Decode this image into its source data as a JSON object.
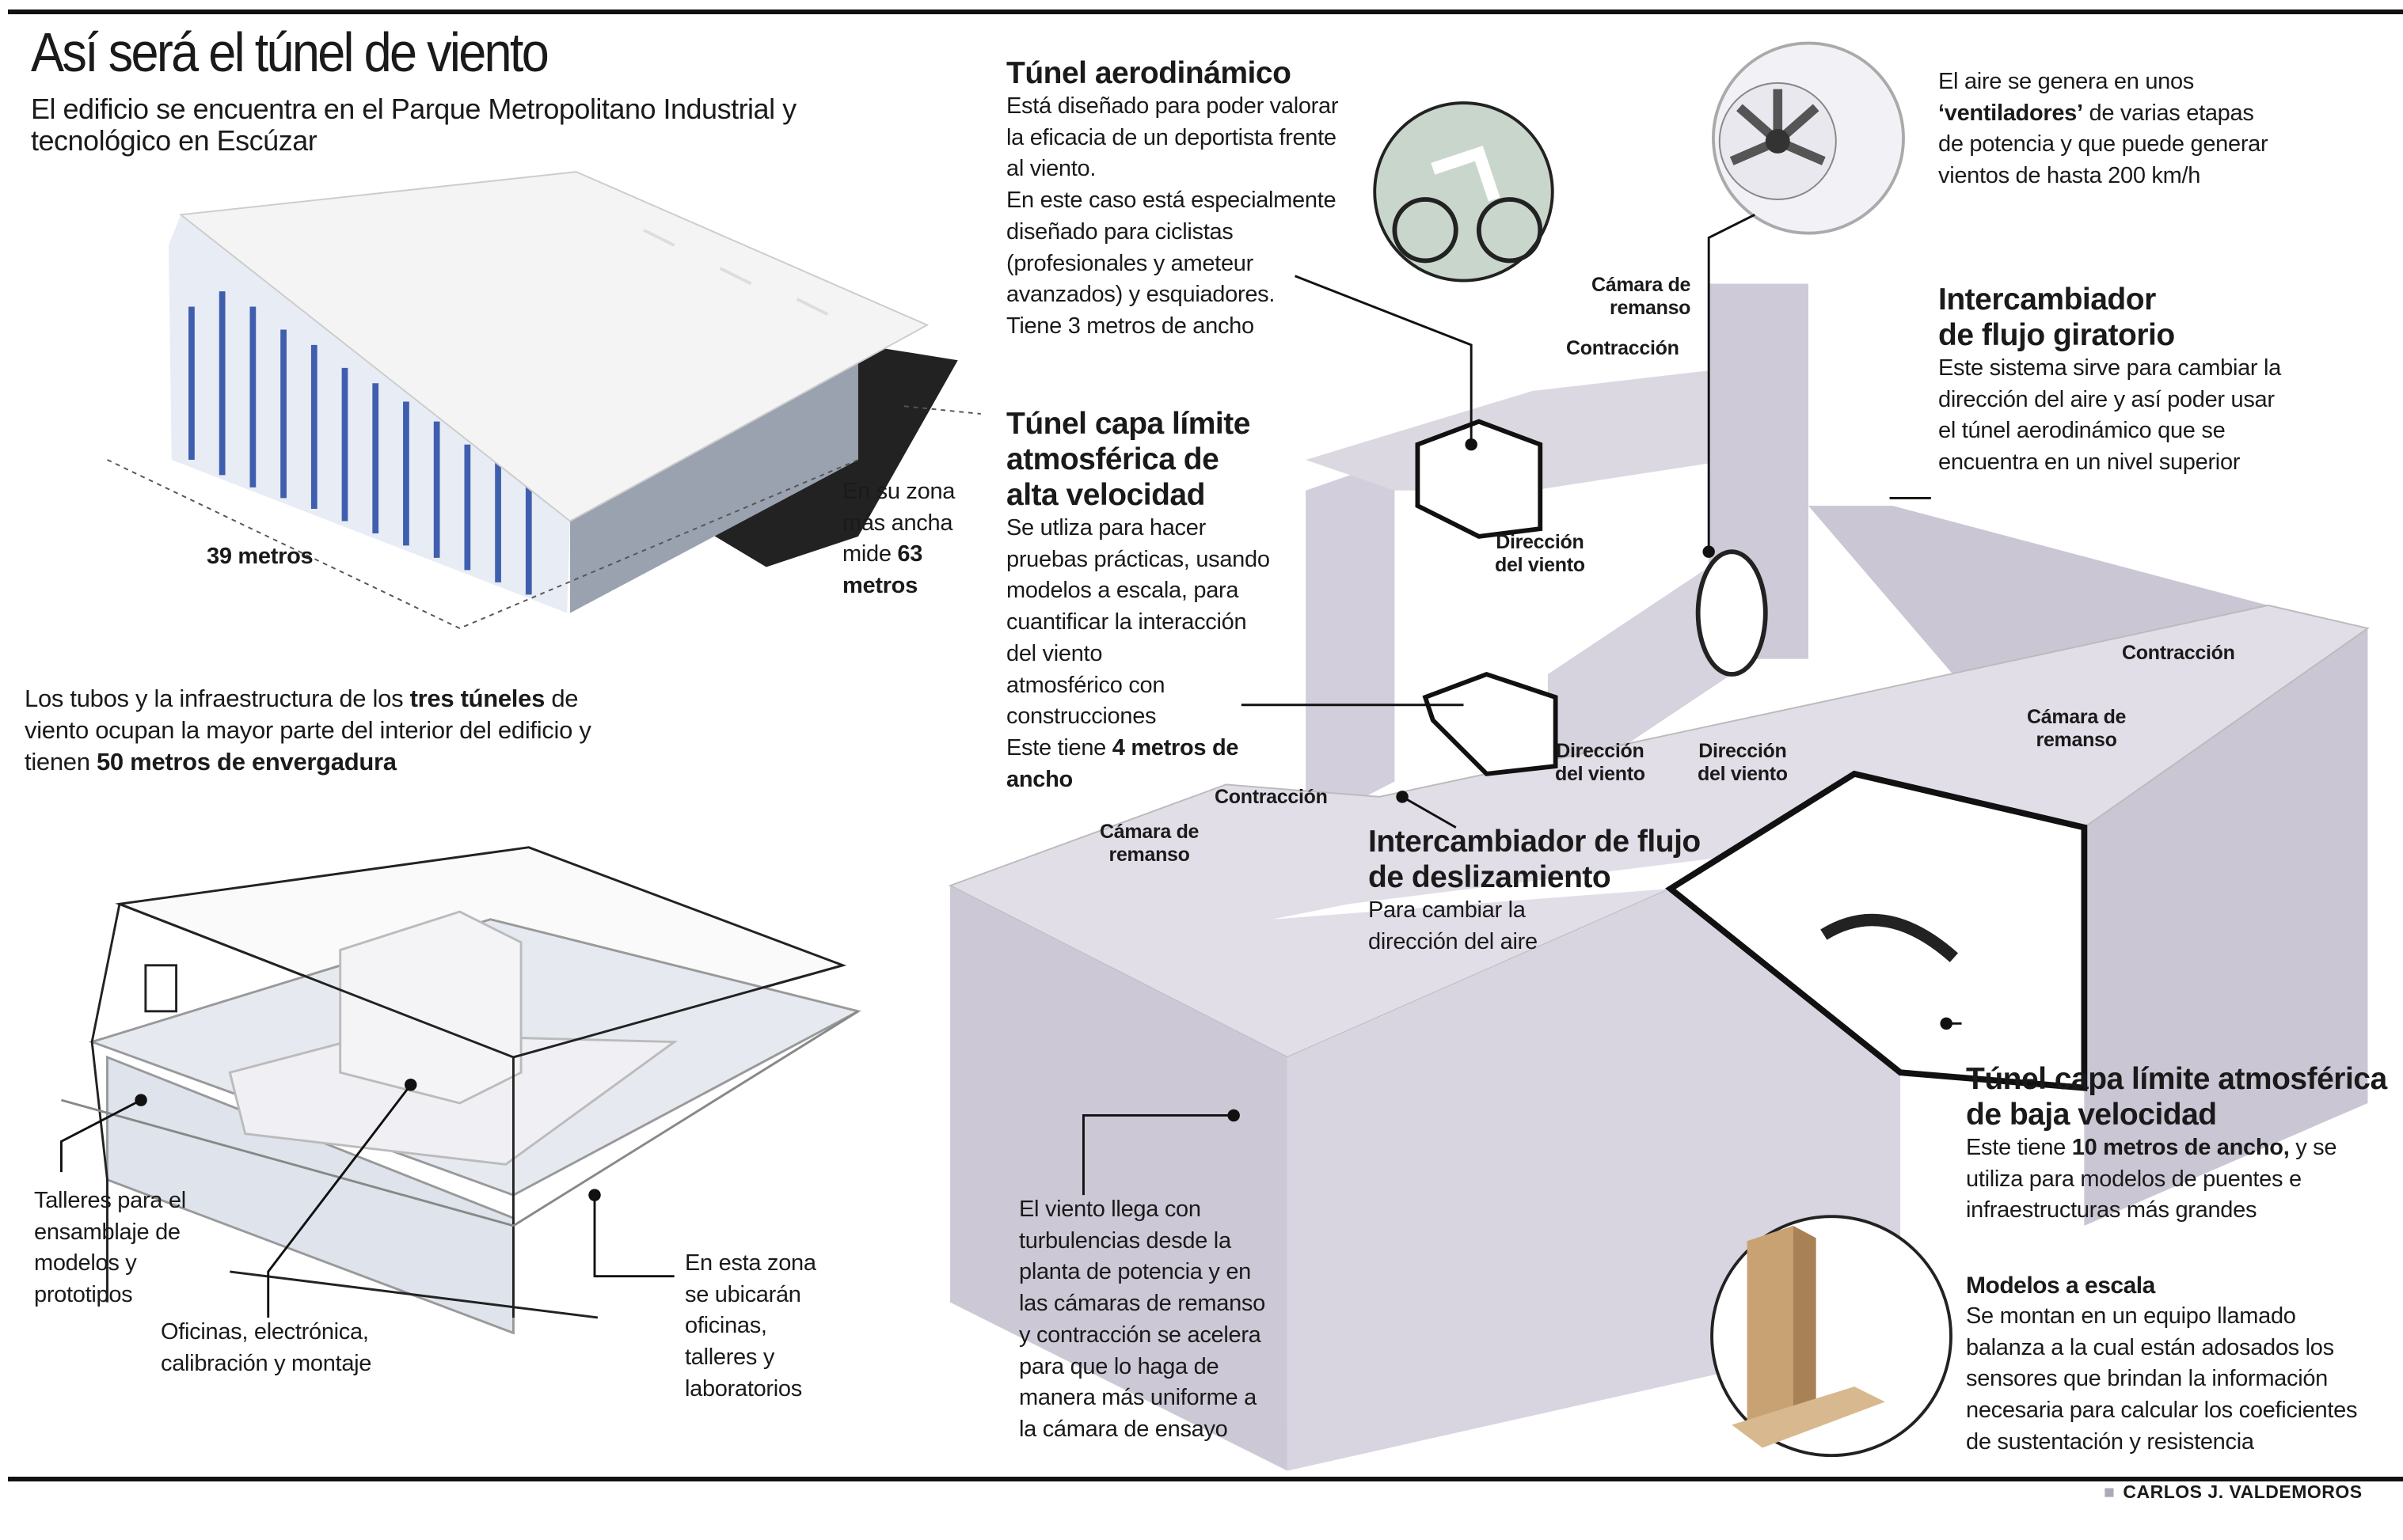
{
  "title": "Así será el túnel de viento",
  "credit": "CARLOS J. VALDEMOROS",
  "blocks": {
    "subtitle": {
      "lines": [
        "El edificio se encuentra en el Parque Metropolitano Industrial y",
        "tecnológico en Escúzar"
      ]
    },
    "measure39": {
      "lines": [
        [
          {
            "t": "39 metros",
            "b": 1
          }
        ]
      ]
    },
    "measure63": {
      "lines": [
        "En su zona",
        "más ancha",
        [
          {
            "t": "mide "
          },
          {
            "t": "63",
            "b": 1
          }
        ],
        [
          {
            "t": "metros",
            "b": 1
          }
        ]
      ]
    },
    "tubes": {
      "lines": [
        [
          {
            "t": "Los tubos y la infraestructura de los "
          },
          {
            "t": "tres túneles",
            "b": 1
          },
          {
            "t": " de"
          }
        ],
        "viento ocupan la mayor parte del interior del edificio y",
        [
          {
            "t": "tienen "
          },
          {
            "t": "50 metros de envergadura",
            "b": 1
          }
        ]
      ]
    },
    "talleres": {
      "lines": [
        "Talleres para el",
        "ensamblaje de",
        "modelos y",
        "prototipos"
      ]
    },
    "oficinas": {
      "lines": [
        "Oficinas, electrónica,",
        "calibración y montaje"
      ]
    },
    "zona": {
      "lines": [
        "En esta zona",
        "se ubicarán",
        "oficinas,",
        "talleres y",
        "laboratorios"
      ]
    },
    "aero": {
      "heading": [
        "Túnel aerodinámico"
      ],
      "lines": [
        "Está diseñado para poder valorar",
        "la eficacia  de un deportista frente",
        "al viento.",
        "En este caso está especialmente",
        "diseñado para ciclistas",
        "(profesionales y ameteur",
        "avanzados) y esquiadores.",
        "Tiene 3 metros de ancho"
      ]
    },
    "fan": {
      "lines": [
        "El aire se genera en unos",
        [
          {
            "t": "‘ventiladores’",
            "b": 1
          },
          {
            "t": " de varias etapas"
          }
        ],
        "de potencia y que puede generar",
        "vientos de hasta 200 km/h"
      ]
    },
    "giratorio": {
      "heading": [
        "Intercambiador",
        "de flujo giratorio"
      ],
      "lines": [
        "Este sistema sirve para cambiar la",
        "dirección del aire y así poder usar",
        "el túnel aerodinámico que se",
        "encuentra en un nivel superior"
      ]
    },
    "alta": {
      "heading": [
        "Túnel capa límite",
        "atmosférica de",
        "alta velocidad"
      ],
      "lines": [
        "Se utliza para hacer",
        "pruebas prácticas, usando",
        "modelos a escala, para",
        "cuantificar la interacción",
        "del viento",
        "atmosférico con",
        "construcciones",
        [
          {
            "t": "Este tiene "
          },
          {
            "t": "4 metros de",
            "b": 1
          }
        ],
        [
          {
            "t": "ancho",
            "b": 1
          }
        ]
      ]
    },
    "desliz": {
      "heading": [
        "Intercambiador de flujo",
        "de deslizamiento"
      ],
      "lines": [
        "Para cambiar la",
        "dirección del aire"
      ]
    },
    "baja": {
      "heading": [
        "Túnel capa límite atmosférica",
        "de baja velocidad"
      ],
      "lines": [
        [
          {
            "t": "Este tiene "
          },
          {
            "t": "10 metros de ancho,",
            "b": 1
          },
          {
            "t": " y se"
          }
        ],
        "utiliza para modelos de puentes e",
        "infraestructuras más grandes"
      ]
    },
    "modelos": {
      "heading": [
        "Modelos a escala"
      ],
      "lines": [
        "Se montan  en un equipo llamado",
        "balanza a la cual están adosados los",
        "sensores que brindan la información",
        "necesaria para calcular los coeficientes",
        "de sustentación y resistencia"
      ]
    },
    "viento": {
      "lines": [
        "El viento llega con",
        "turbulencias desde la",
        "planta de potencia y en",
        "las cámaras de remanso",
        "y contracción se acelera",
        "para que lo haga de",
        "manera más uniforme a",
        "la cámara de ensayo"
      ]
    },
    "camara1": {
      "lines": [
        "Cámara de",
        "remanso"
      ]
    },
    "contr1": {
      "lines": [
        "Contracción"
      ]
    },
    "dir1": {
      "lines": [
        "Dirección",
        "del viento"
      ]
    },
    "dir2": {
      "lines": [
        "Dirección",
        "del viento"
      ]
    },
    "dir3": {
      "lines": [
        "Dirección",
        "del viento"
      ]
    },
    "contr2": {
      "lines": [
        "Contracción"
      ]
    },
    "camara2": {
      "lines": [
        "Cámara de",
        "remanso"
      ]
    },
    "contr3": {
      "lines": [
        "Contracción"
      ]
    },
    "camara3": {
      "lines": [
        "Cámara de",
        "remanso"
      ]
    }
  },
  "colors": {
    "tunnel": "#dcd8e2",
    "tunnel_dark": "#bdb7c6",
    "facade_blue": "#3f5fae",
    "rule": "#111111"
  }
}
